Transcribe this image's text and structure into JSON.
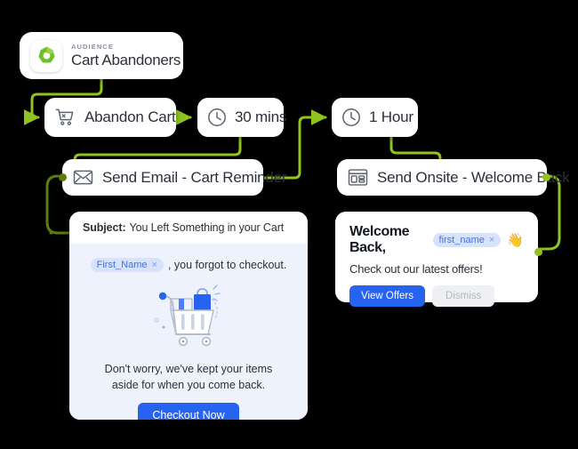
{
  "theme": {
    "background": "#000000",
    "wire_light": "#8fc31f",
    "wire_dark": "#5d7d0a",
    "accent_blue": "#2563f0",
    "pill_blue_bg": "#d7e2fb",
    "pill_blue_text": "#4470e4",
    "mail_body_bg": "#eef2fd",
    "brand_green": "#7ac943"
  },
  "audience": {
    "kicker": "AUDIENCE",
    "title": "Cart Abandoners",
    "icon": "audience-ring-icon"
  },
  "nodes": [
    {
      "id": "abandon-cart",
      "label": "Abandon Cart",
      "icon": "cart-x-icon"
    },
    {
      "id": "delay-30-mins",
      "label": "30 mins",
      "icon": "clock-icon"
    },
    {
      "id": "delay-1-hour",
      "label": "1 Hour",
      "icon": "clock-icon"
    },
    {
      "id": "send-email",
      "label": "Send Email - Cart Reminder",
      "icon": "envelope-icon"
    },
    {
      "id": "send-onsite",
      "label": "Send Onsite - Welcome Back",
      "icon": "browser-window-icon"
    }
  ],
  "email_preview": {
    "subject_label": "Subject:",
    "subject_text": "You Left Something in your Cart",
    "merge_tag": "First_Name",
    "merge_tag_close": "×",
    "merge_sentence": ", you forgot to checkout.",
    "body_copy": "Don't worry, we've kept your items aside for when you come back.",
    "cta_label": "Checkout Now",
    "illustration": "shopping-cart-illustration"
  },
  "welcome_card": {
    "title": "Welcome Back,",
    "merge_tag": "first_name",
    "merge_tag_close": "×",
    "emoji": "👋",
    "subtitle": "Check out our latest offers!",
    "primary_label": "View Offers",
    "secondary_label": "Dismiss"
  }
}
